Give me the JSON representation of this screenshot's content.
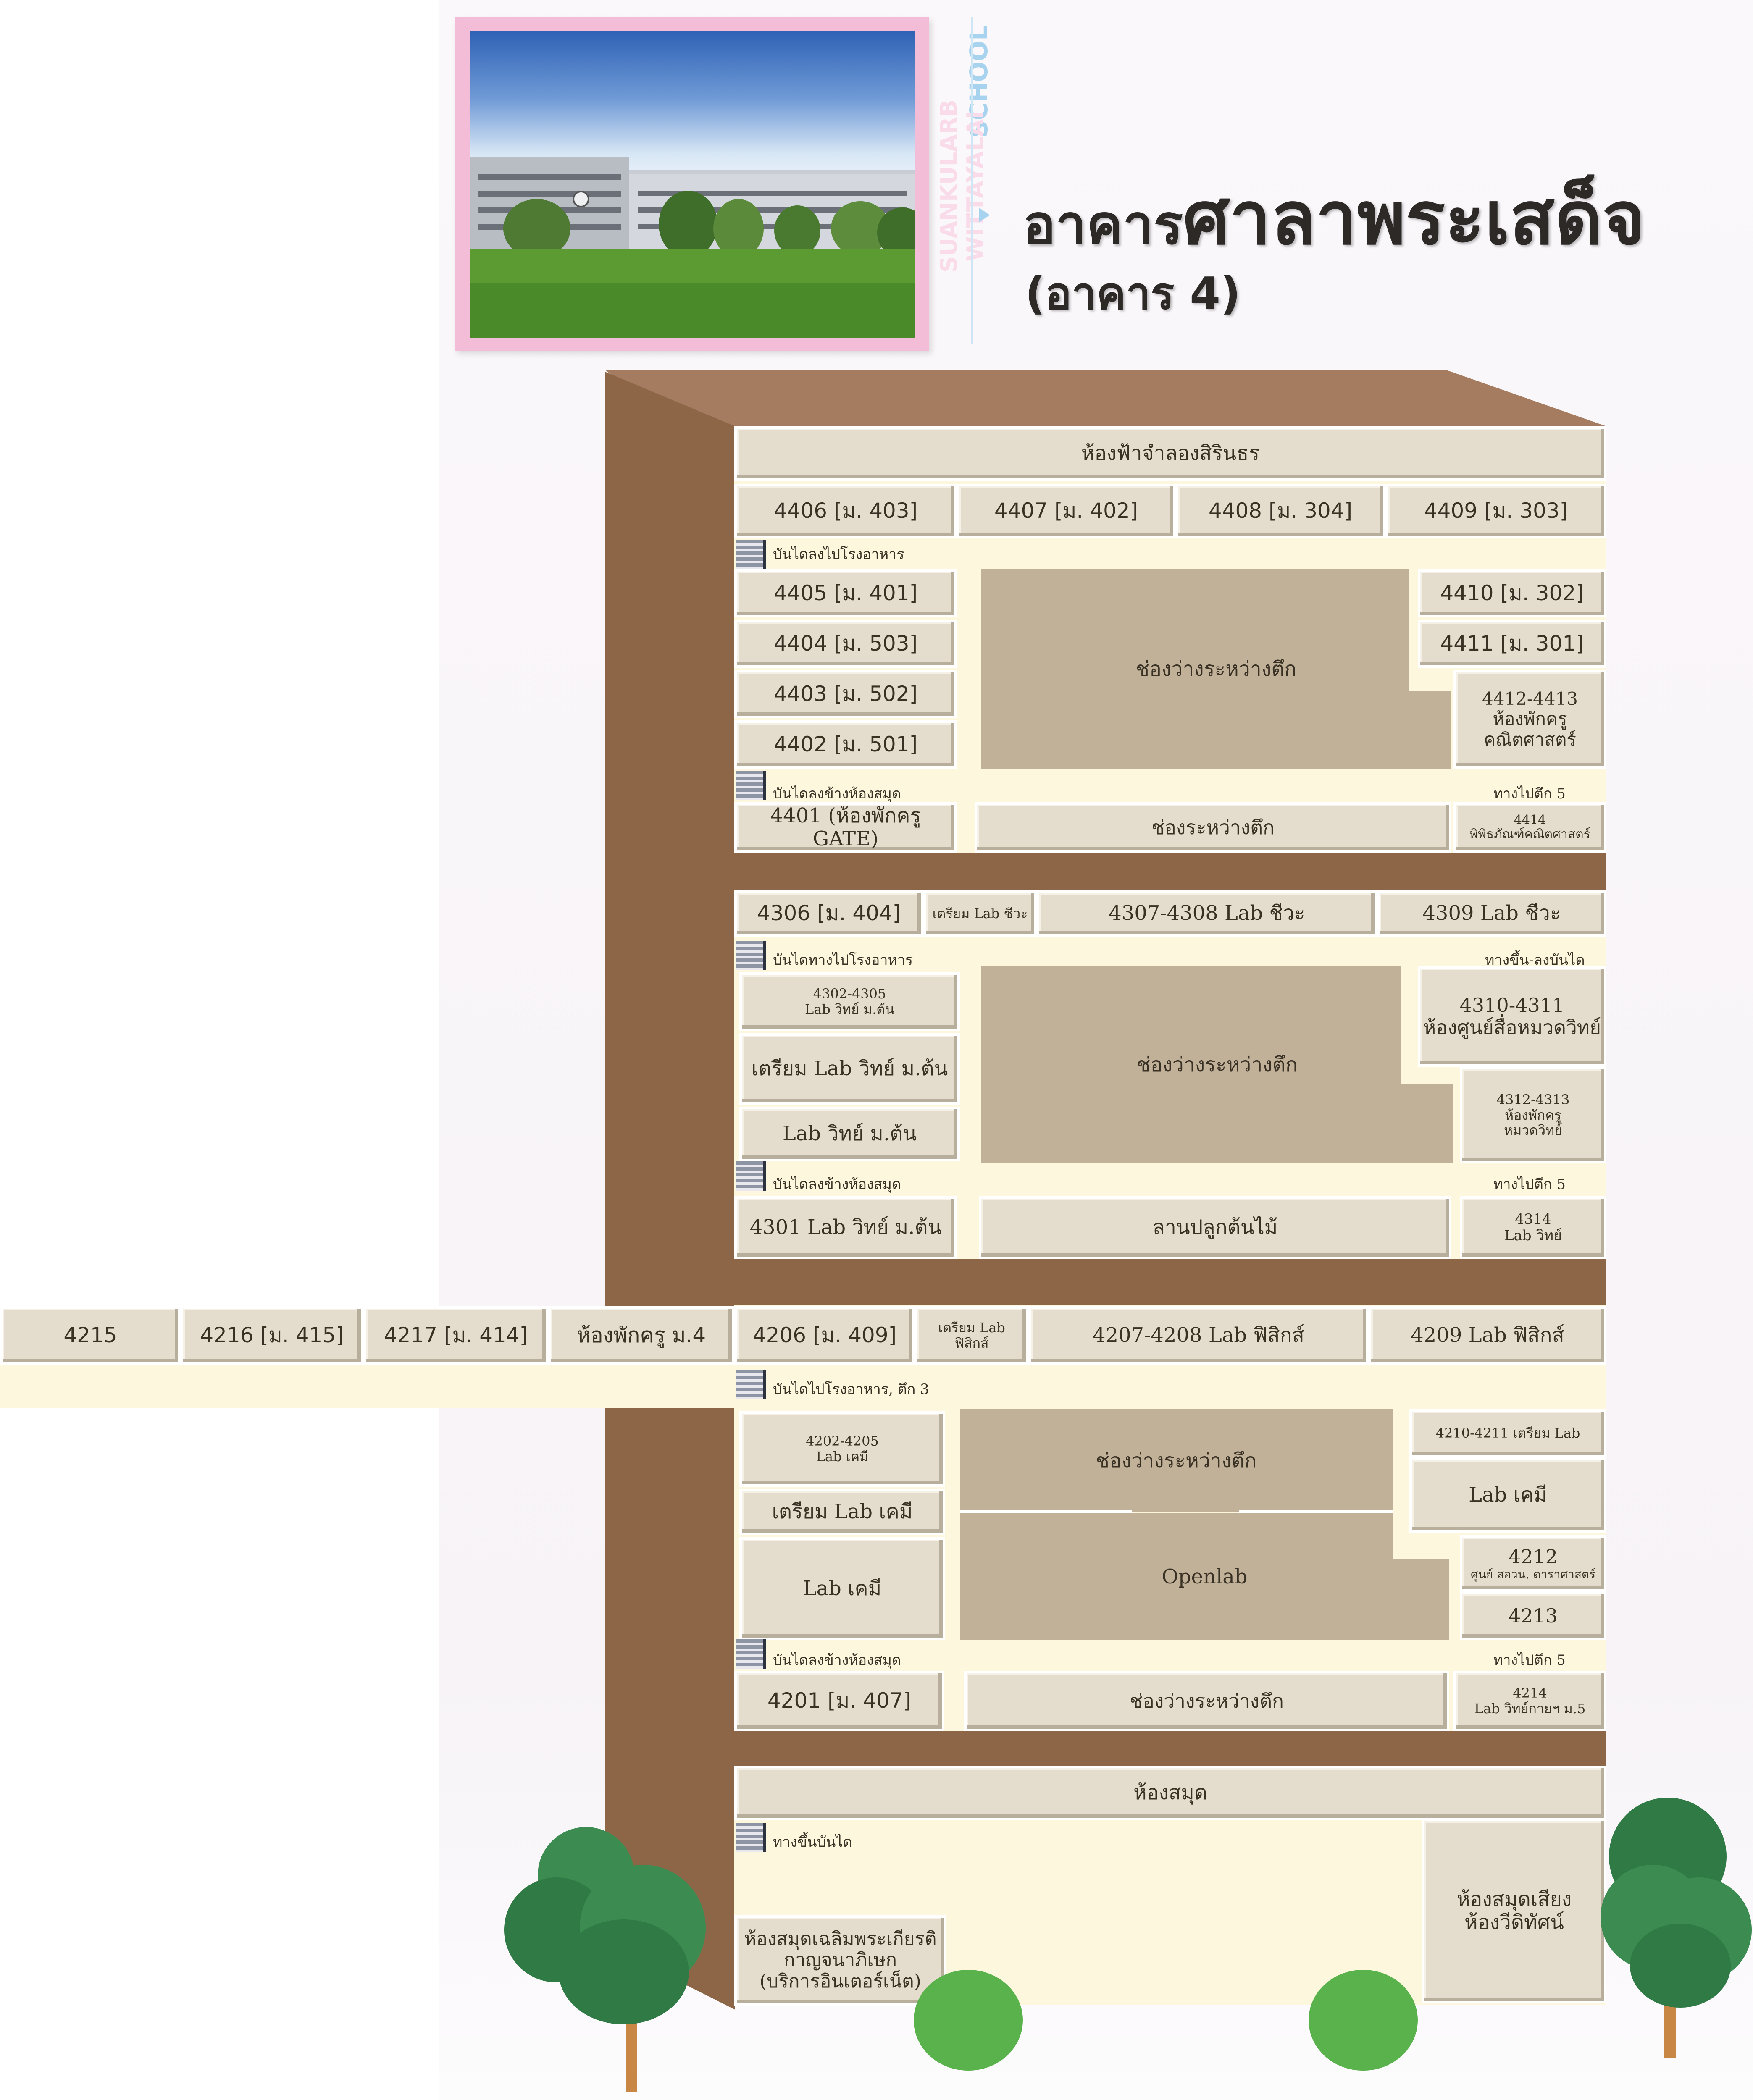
{
  "header": {
    "title_prefix": "อาคาร",
    "title_main": "ศาลาพระเสด็จ",
    "subtitle": "(อาคาร 4)",
    "school_line1": "SCHOOL",
    "school_line2": "SUANKULARB WITTAYALAI"
  },
  "floor4": {
    "top_hall": "ห้องฟ้าจำลองสิรินธร",
    "rooms_top": [
      "4406 [ม. 403]",
      "4407 [ม. 402]",
      "4408 [ม. 304]",
      "4409 [ม. 303]"
    ],
    "stair1": "บันไดลงไปโรงอาหาร",
    "rooms_left": [
      "4405 [ม. 401]",
      "4404 [ม. 503]",
      "4403 [ม. 502]",
      "4402 [ม. 501]"
    ],
    "void": "ช่องว่างระหว่างตึก",
    "rooms_right": [
      "4410 [ม. 302]",
      "4411 [ม. 301]",
      "4412-4413\nห้องพักครู\nคณิตศาสตร์"
    ],
    "stair2": "บันไดลงข้างห้องสมุด",
    "to5": "ทางไปตึก 5",
    "room_4401": "4401 (ห้องพักครู GATE)",
    "gap": "ช่องระหว่างตึก",
    "room_4414": "4414\nพิพิธภัณฑ์คณิตศาสตร์"
  },
  "floor3": {
    "rooms_top": [
      "4306 [ม. 404]",
      "เตรียม Lab ชีวะ",
      "4307-4308 Lab ชีวะ",
      "4309 Lab ชีวะ"
    ],
    "stair1": "บันไดทางไปโรงอาหาร",
    "updown": "ทางขึ้น-ลงบันได",
    "rooms_left": [
      "4302-4305\nLab วิทย์ ม.ต้น",
      "เตรียม Lab วิทย์ ม.ต้น",
      "Lab วิทย์ ม.ต้น"
    ],
    "void": "ช่องว่างระหว่างตึก",
    "rooms_right": [
      "4310-4311\nห้องศูนย์สื่อหมวดวิทย์",
      "4312-4313\nห้องพักครู\nหมวดวิทย์"
    ],
    "stair2": "บันไดลงข้างห้องสมุด",
    "to5": "ทางไปตึก 5",
    "room_4301": "4301 Lab วิทย์ ม.ต้น",
    "garden": "ลานปลูกต้นไม้",
    "room_4314": "4314\nLab วิทย์"
  },
  "floor2": {
    "west_rooms": [
      "4215",
      "4216 [ม. 415]",
      "4217 [ม. 414]",
      "ห้องพักครู ม.4"
    ],
    "rooms_top": [
      "4206 [ม. 409]",
      "เตรียม Lab\nฟิสิกส์",
      "4207-4208 Lab ฟิสิกส์",
      "4209 Lab ฟิสิกส์"
    ],
    "stair1": "บันไดไปโรงอาหาร, ตึก 3",
    "rooms_left": [
      "4202-4205\nLab เคมี",
      "เตรียม Lab เคมี",
      "Lab เคมี"
    ],
    "void": "ช่องว่างระหว่างตึก",
    "openlab": "Openlab",
    "rooms_right": [
      "4210-4211 เตรียม Lab",
      "Lab เคมี",
      "4212",
      "ศูนย์ สอวน. ดาราศาสตร์",
      "4213"
    ],
    "stair2": "บันไดลงข้างห้องสมุด",
    "to5": "ทางไปตึก 5",
    "room_4201": "4201 [ม. 407]",
    "gap": "ช่องว่างระหว่างตึก",
    "room_4214": "4214\nLab วิทย์กายฯ ม.5"
  },
  "floor1": {
    "library": "ห้องสมุด",
    "stairs": "ทางขึ้นบันได",
    "av_room": "ห้องสมุดเสียง\nห้องวีดิทัศน์",
    "library_room": "ห้องสมุดเฉลิมพระเกียรติ\nกาญจนาภิเษก\n(บริการอินเตอร์เน็ต)"
  },
  "colors": {
    "brown": "#8c6647",
    "room": "#e4dccc",
    "corridor": "#fcf7dd",
    "void": "#c1b198",
    "frame_pink": "#f3bcd7",
    "school_text": "#a7d3ee"
  }
}
